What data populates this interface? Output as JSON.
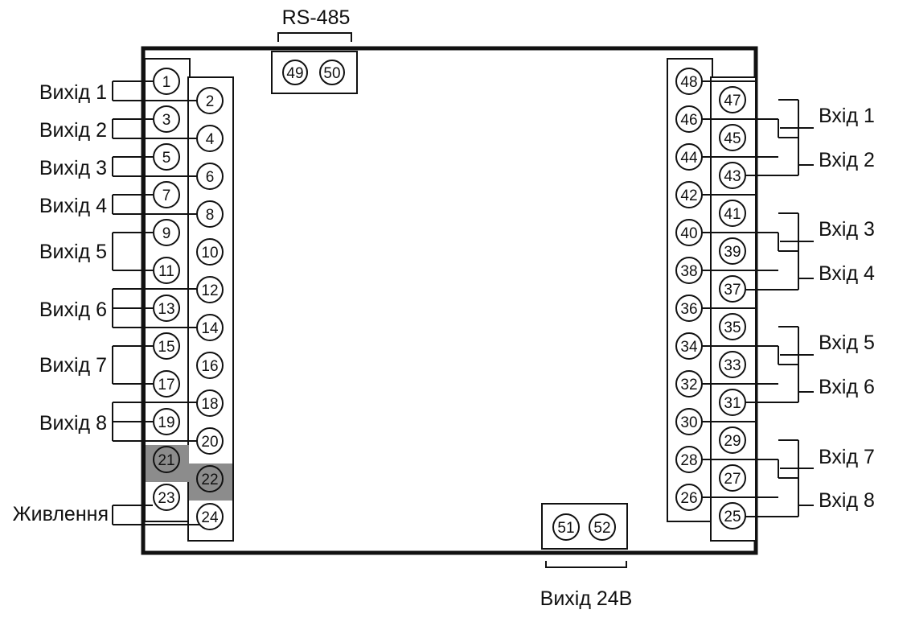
{
  "top_connector": {
    "label": "RS-485",
    "terminals": [
      "49",
      "50"
    ]
  },
  "bottom_connector": {
    "label": "Вихід 24В",
    "terminals": [
      "51",
      "52"
    ]
  },
  "left_terminals": {
    "outer": [
      "1",
      "3",
      "5",
      "7",
      "9",
      "11",
      "13",
      "15",
      "17",
      "19",
      "21",
      "23"
    ],
    "inner": [
      "2",
      "4",
      "6",
      "8",
      "10",
      "12",
      "14",
      "16",
      "18",
      "20",
      "22",
      "24"
    ]
  },
  "right_terminals": {
    "outer": [
      "48",
      "46",
      "44",
      "42",
      "40",
      "38",
      "36",
      "34",
      "32",
      "30",
      "28",
      "26"
    ],
    "inner": [
      "47",
      "45",
      "43",
      "41",
      "39",
      "37",
      "35",
      "33",
      "31",
      "29",
      "27",
      "25"
    ]
  },
  "highlighted_terminals": [
    "21",
    "22"
  ],
  "left_labels": [
    {
      "id": "out1",
      "text": "Вихід 1"
    },
    {
      "id": "out2",
      "text": "Вихід 2"
    },
    {
      "id": "out3",
      "text": "Вихід 3"
    },
    {
      "id": "out4",
      "text": "Вихід 4"
    },
    {
      "id": "out5",
      "text": "Вихід 5"
    },
    {
      "id": "out6",
      "text": "Вихід 6"
    },
    {
      "id": "out7",
      "text": "Вихід 7"
    },
    {
      "id": "out8",
      "text": "Вихід 8"
    },
    {
      "id": "power",
      "text": "Живлення"
    }
  ],
  "right_labels": [
    {
      "id": "in1",
      "text": "Вхід 1"
    },
    {
      "id": "in2",
      "text": "Вхід 2"
    },
    {
      "id": "in3",
      "text": "Вхід 3"
    },
    {
      "id": "in4",
      "text": "Вхід 4"
    },
    {
      "id": "in5",
      "text": "Вхід 5"
    },
    {
      "id": "in6",
      "text": "Вхід 6"
    },
    {
      "id": "in7",
      "text": "Вхід 7"
    },
    {
      "id": "in8",
      "text": "Вхід 8"
    }
  ],
  "colors": {
    "line": "#111111",
    "highlight": "#8c8c8c",
    "background": "#ffffff"
  }
}
